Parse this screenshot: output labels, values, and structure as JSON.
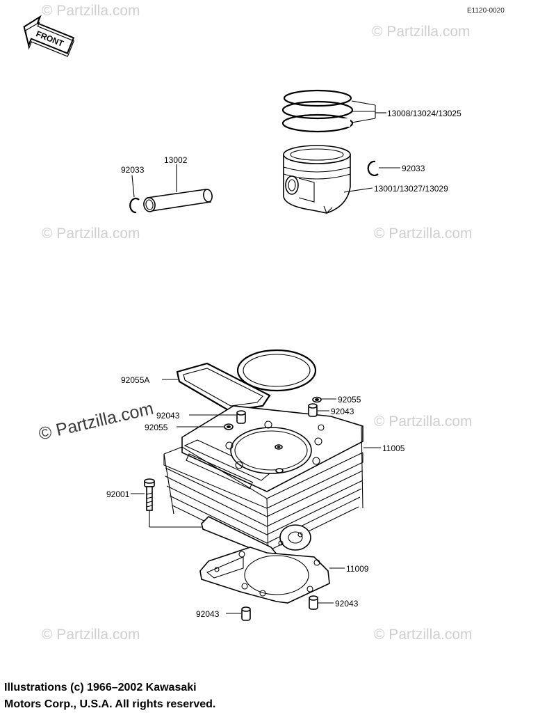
{
  "diagram_code": "E1120-0020",
  "front_label": "FRONT",
  "watermark": "© Partzilla.com",
  "callouts": {
    "rings": "13008/13024/13025",
    "circlip_right": "92033",
    "piston": "13001/13027/13029",
    "circlip_left": "92033",
    "pin": "13002",
    "head_gasket": "92055A",
    "dowel_right_top": "92055",
    "pin_right_top": "92043",
    "pin_left_top": "92043",
    "dowel_left_top": "92055",
    "cylinder": "11005",
    "bolt": "92001",
    "base_gasket": "11009",
    "pin_right_bottom": "92043",
    "pin_left_bottom": "92043"
  },
  "footer": {
    "line1": "Illustrations (c) 1966–2002 Kawasaki",
    "line2": "Motors Corp., U.S.A.  All rights reserved."
  }
}
